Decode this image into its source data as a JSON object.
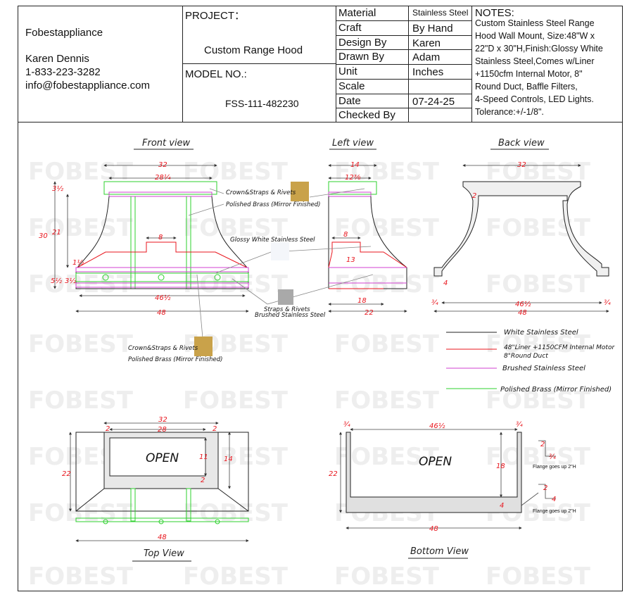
{
  "company": {
    "name": "Fobestappliance",
    "contact_name": "Karen Dennis",
    "phone": "1-833-223-3282",
    "email": "info@fobestappliance.com"
  },
  "project": {
    "label": "PROJECT：",
    "value": "Custom Range Hood",
    "model_label": "MODEL NO.:",
    "model_value": "FSS-111-482230"
  },
  "spec_table": [
    {
      "label": "Material",
      "value": "Stainless Steel"
    },
    {
      "label": "Craft",
      "value": "By Hand"
    },
    {
      "label": "Design By",
      "value": "Karen"
    },
    {
      "label": "Drawn By",
      "value": "Adam"
    },
    {
      "label": "Unit",
      "value": "Inches"
    },
    {
      "label": "Scale",
      "value": ""
    },
    {
      "label": "Date",
      "value": "07-24-25"
    },
    {
      "label": "Checked By",
      "value": ""
    }
  ],
  "notes": {
    "title": "NOTES:",
    "lines": [
      "Custom Stainless Steel Range",
      "Hood Wall Mount, Size:48\"W x",
      "22\"D x 30\"H,Finish:Glossy White",
      "Stainless Steel,Comes w/Liner",
      "+1150cfm Internal Motor, 8\"",
      "Round Duct, Baffle Filters,",
      "4-Speed Controls, LED Lights.",
      "Tolerance:+/-1/8\"."
    ]
  },
  "views": {
    "front": "Front view",
    "left": "Left view",
    "back": "Back view",
    "top": "Top View",
    "bottom": "Bottom View"
  },
  "callouts": {
    "crown_straps": "Crown&Straps & Rivets",
    "polished_brass": "Polished Brass (Mirror Finished)",
    "glossy_white": "Glossy White Stainless Steel",
    "straps_rivets": "Straps & Rivets",
    "brushed_ss": "Brushed Stainless Steel",
    "open": "OPEN",
    "flange": "Flange goes up 2\"H"
  },
  "legend": [
    {
      "label": "White Stainless Steel",
      "color": "#222222"
    },
    {
      "label": "48\"Liner +1150CFM Internal Motor",
      "label2": "8\"Round Duct",
      "color": "#e8141c"
    },
    {
      "label": "Brushed Stainless Steel",
      "color": "#d040d0"
    },
    {
      "label": "Polished Brass (Mirror Finished)",
      "color": "#2ed02e"
    }
  ],
  "dims": {
    "d32": "32",
    "d28_1_4": "28¼",
    "d30": "30",
    "d21": "21",
    "d3_1_2": "3½",
    "d8": "8",
    "d1_1_2": "1½",
    "d5_1_2": "5½",
    "d46_1_2": "46½",
    "d48": "48",
    "d14": "14",
    "d12_3_8": "12⅜",
    "d13": "13",
    "d18": "18",
    "d22": "22",
    "d2": "2",
    "d4": "4",
    "d3_4": "¾",
    "d28": "28",
    "d11": "11"
  },
  "watermark": "FOBEST",
  "colors": {
    "red": "#e8141c",
    "magenta": "#d040d0",
    "green": "#2ed02e",
    "brass": "#c9a24a",
    "steel": "#a9a9a9"
  }
}
